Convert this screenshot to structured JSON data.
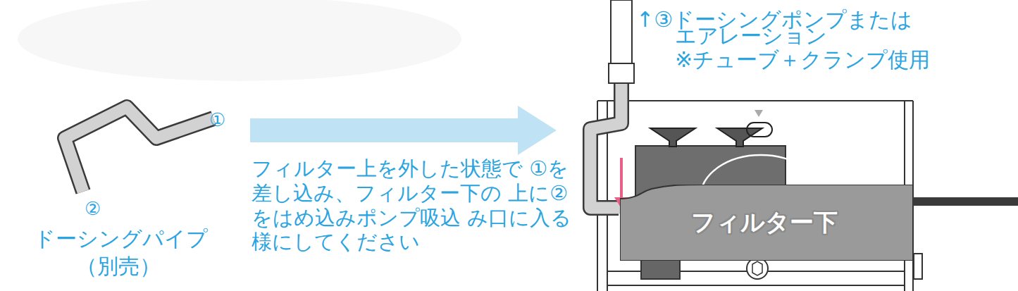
{
  "diagram": {
    "nodes": [
      {
        "text": [
          "フィルター下"
        ]
      }
    ],
    "labels": [
      "①",
      "②",
      "ドーシングパイプ",
      "（別売）",
      "フィルター上を外した状態で ①を差し込み、フィルター下の 上に②をはめ込みポンプ吸込 み口に入る様にしてください",
      "↑③ドーシングポンプまたは",
      "エアレーション",
      "※チューブ＋クランプ使用"
    ]
  }
}
